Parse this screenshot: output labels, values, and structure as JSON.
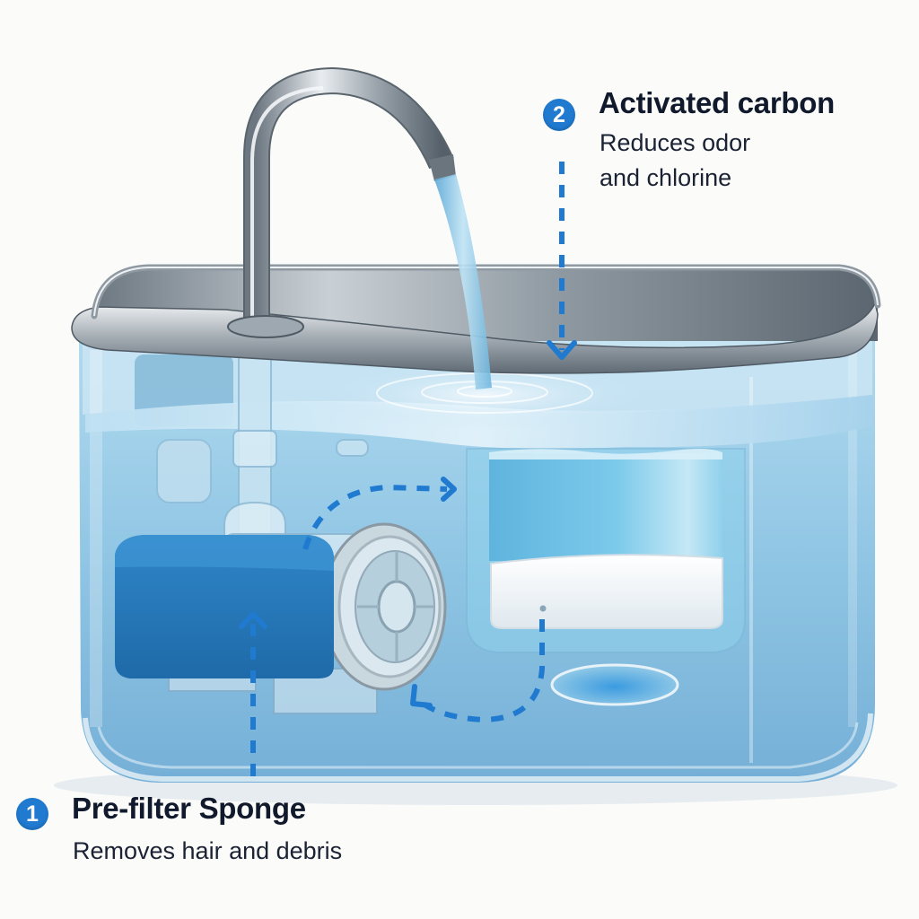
{
  "diagram": {
    "subject": "Pet water fountain filtration cross-section",
    "colors": {
      "accent_blue": "#1f7ad0",
      "water_blue": "#7fc0e4",
      "sponge_blue": "#2f86c8",
      "carbon_filter": "#7cc6e6",
      "steel": "#9aa3ab",
      "text_dark": "#101a2c",
      "background": "#fbfbfa"
    },
    "components": [
      "faucet spout",
      "stainless steel rim",
      "transparent tank",
      "pump",
      "pre-filter sponge",
      "activated carbon cartridge",
      "drain outlet"
    ],
    "flow_arrows": [
      "up through sponge",
      "pump to carbon filter",
      "down through carbon filter",
      "outlet back to pump"
    ]
  },
  "callouts": [
    {
      "number": "1",
      "title": "Pre-filter Sponge",
      "description_lines": [
        "Removes hair and debris"
      ]
    },
    {
      "number": "2",
      "title": "Activated carbon",
      "description_lines": [
        "Reduces odor",
        "and chlorine"
      ]
    }
  ]
}
